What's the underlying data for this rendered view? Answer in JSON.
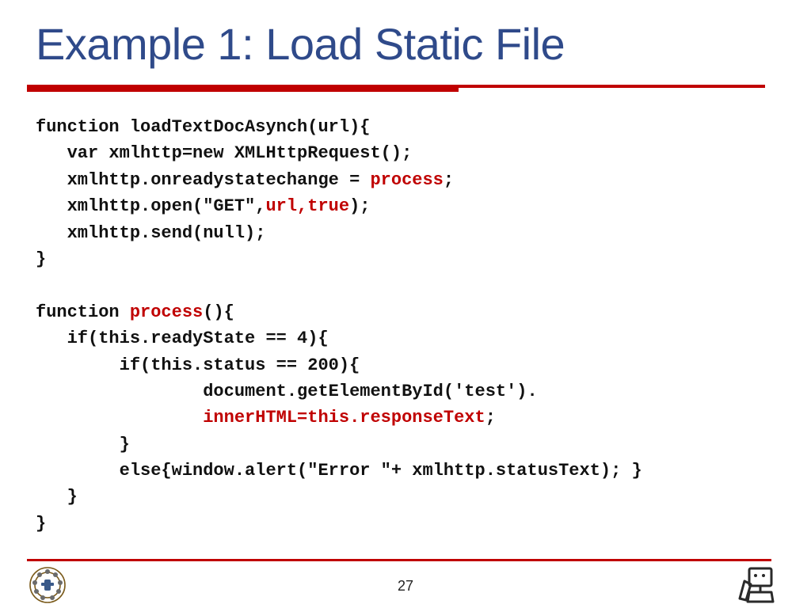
{
  "slide": {
    "title": "Example 1: Load Static File",
    "page_number": "27",
    "accent_color": "#c00000",
    "title_color": "#2f4a8a"
  },
  "code": {
    "lines": [
      [
        {
          "t": "function loadTextDocAsynch(url){"
        }
      ],
      [
        {
          "t": "   var xmlhttp=new XMLHttpRequest();"
        }
      ],
      [
        {
          "t": "   xmlhttp.onreadystatechange = "
        },
        {
          "t": "process",
          "hl": true
        },
        {
          "t": ";"
        }
      ],
      [
        {
          "t": "   xmlhttp.open(\"GET\","
        },
        {
          "t": "url,true",
          "hl": true
        },
        {
          "t": ");"
        }
      ],
      [
        {
          "t": "   xmlhttp.send(null);"
        }
      ],
      [
        {
          "t": "}"
        }
      ],
      [
        {
          "t": ""
        }
      ],
      [
        {
          "t": "function "
        },
        {
          "t": "process",
          "hl": true
        },
        {
          "t": "(){"
        }
      ],
      [
        {
          "t": "   if(this.readyState == 4){"
        }
      ],
      [
        {
          "t": "        if(this.status == 200){"
        }
      ],
      [
        {
          "t": "                document.getElementById('test')."
        }
      ],
      [
        {
          "t": "                "
        },
        {
          "t": "innerHTML=this.responseText",
          "hl": true
        },
        {
          "t": ";"
        }
      ],
      [
        {
          "t": "        }"
        }
      ],
      [
        {
          "t": "        else{window.alert(\"Error \"+ xmlhttp.statusText); }"
        }
      ],
      [
        {
          "t": "   }"
        }
      ],
      [
        {
          "t": "}"
        }
      ]
    ]
  },
  "icons": {
    "left_logo": "university-seal-icon",
    "right_logo": "computer-engineering-icon"
  }
}
